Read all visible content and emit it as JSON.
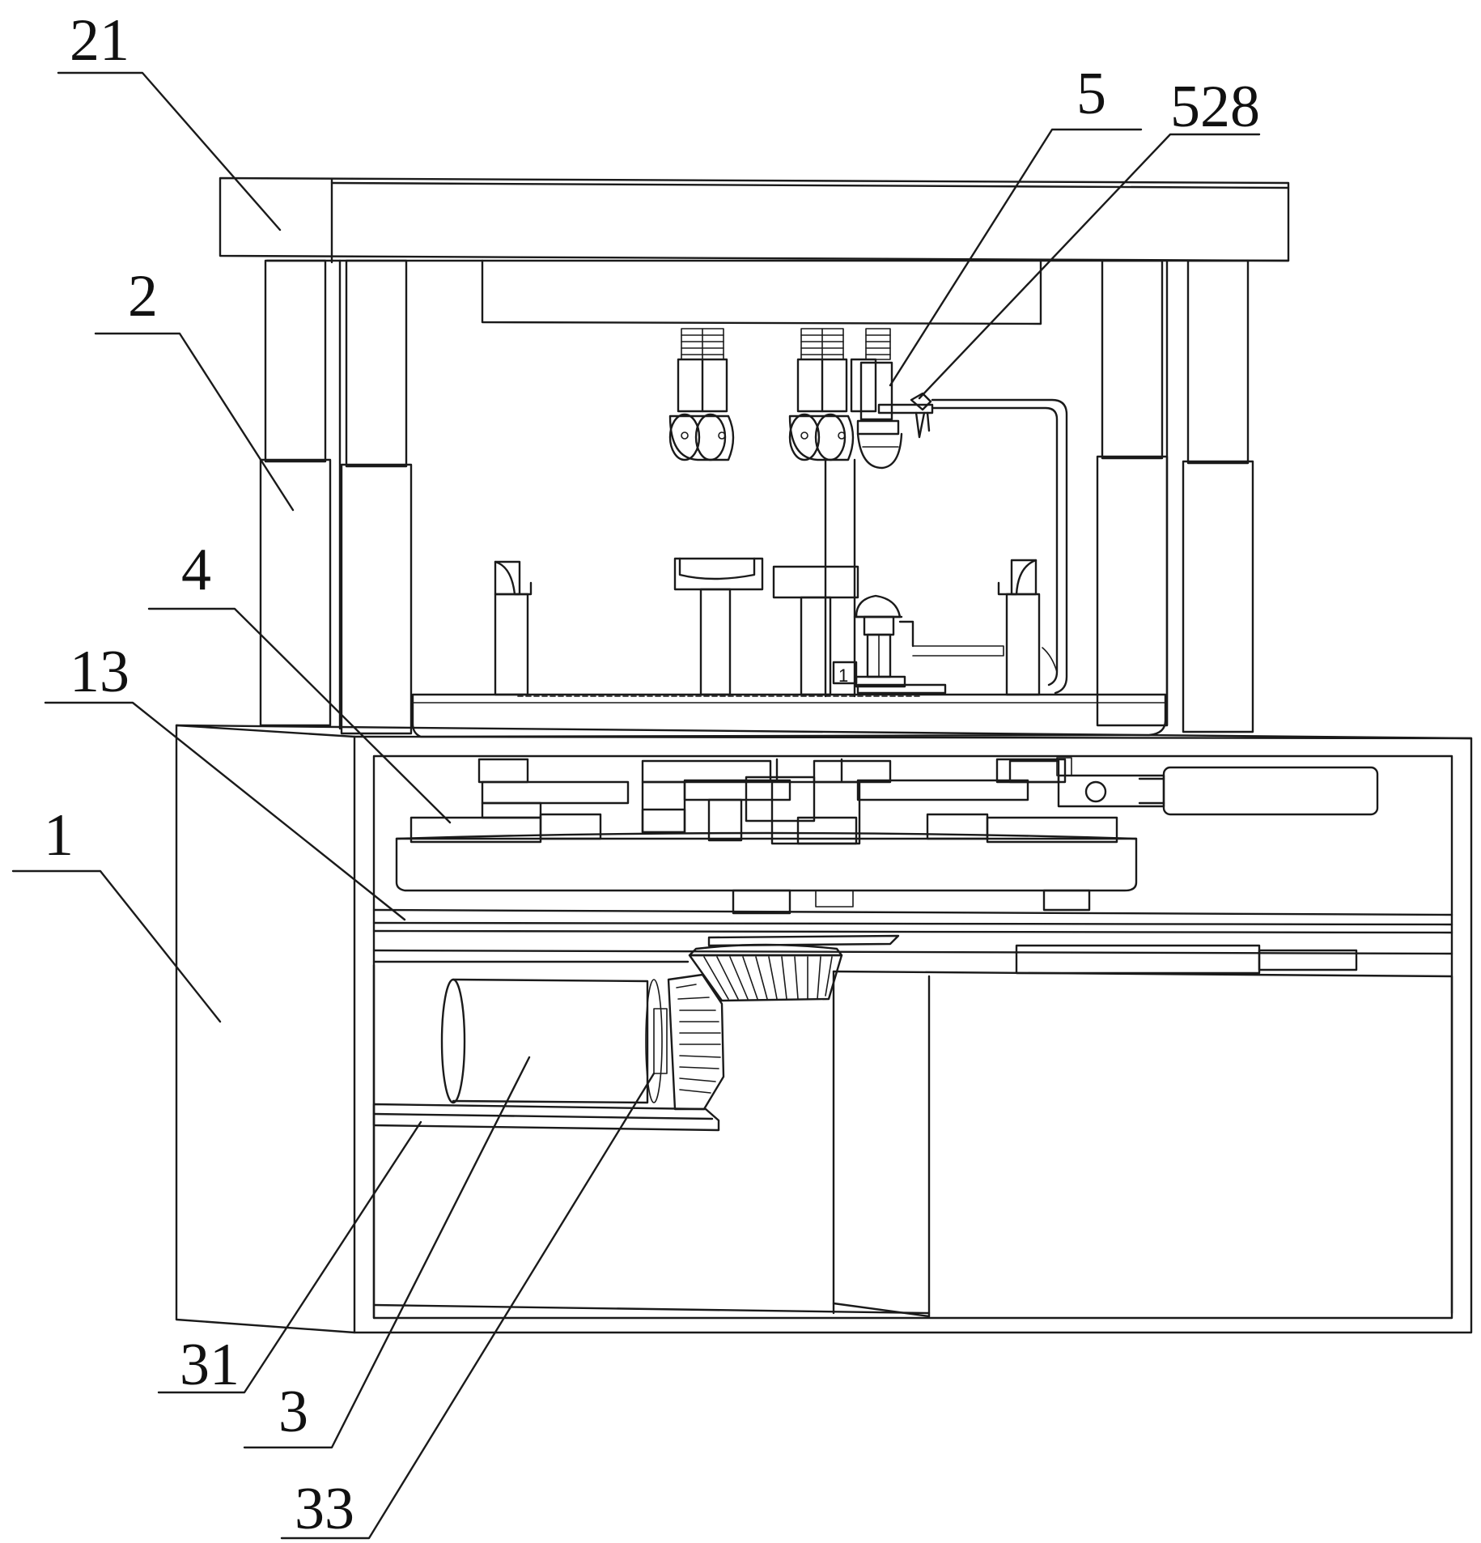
{
  "callouts": [
    {
      "id": "c21",
      "label": "21"
    },
    {
      "id": "c2",
      "label": "2"
    },
    {
      "id": "c4",
      "label": "4"
    },
    {
      "id": "c13",
      "label": "13"
    },
    {
      "id": "c1",
      "label": "1"
    },
    {
      "id": "c5",
      "label": "5"
    },
    {
      "id": "c528",
      "label": "528"
    },
    {
      "id": "c31",
      "label": "31"
    },
    {
      "id": "c3",
      "label": "3"
    },
    {
      "id": "c33",
      "label": "33"
    }
  ],
  "component_tag": "1",
  "colors": {
    "line": "#1a1a1a",
    "background": "#ffffff"
  }
}
